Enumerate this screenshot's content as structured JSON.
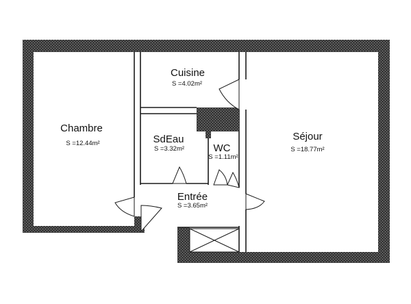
{
  "rooms": {
    "chambre": {
      "name": "Chambre",
      "area": "S =12.44m²"
    },
    "cuisine": {
      "name": "Cuisine",
      "area": "S =4.02m²"
    },
    "sdeau": {
      "name": "SdEau",
      "area": "S =3.32m²"
    },
    "wc": {
      "name": "WC",
      "area": "S =1.11m²"
    },
    "sejour": {
      "name": "Séjour",
      "area": "S =18.77m²"
    },
    "entree": {
      "name": "Entrée",
      "area": "S =3.65m²"
    }
  },
  "colors": {
    "wall": "#3a3a3a",
    "wall_light": "#6a6a6a",
    "line": "#1a1a1a"
  }
}
